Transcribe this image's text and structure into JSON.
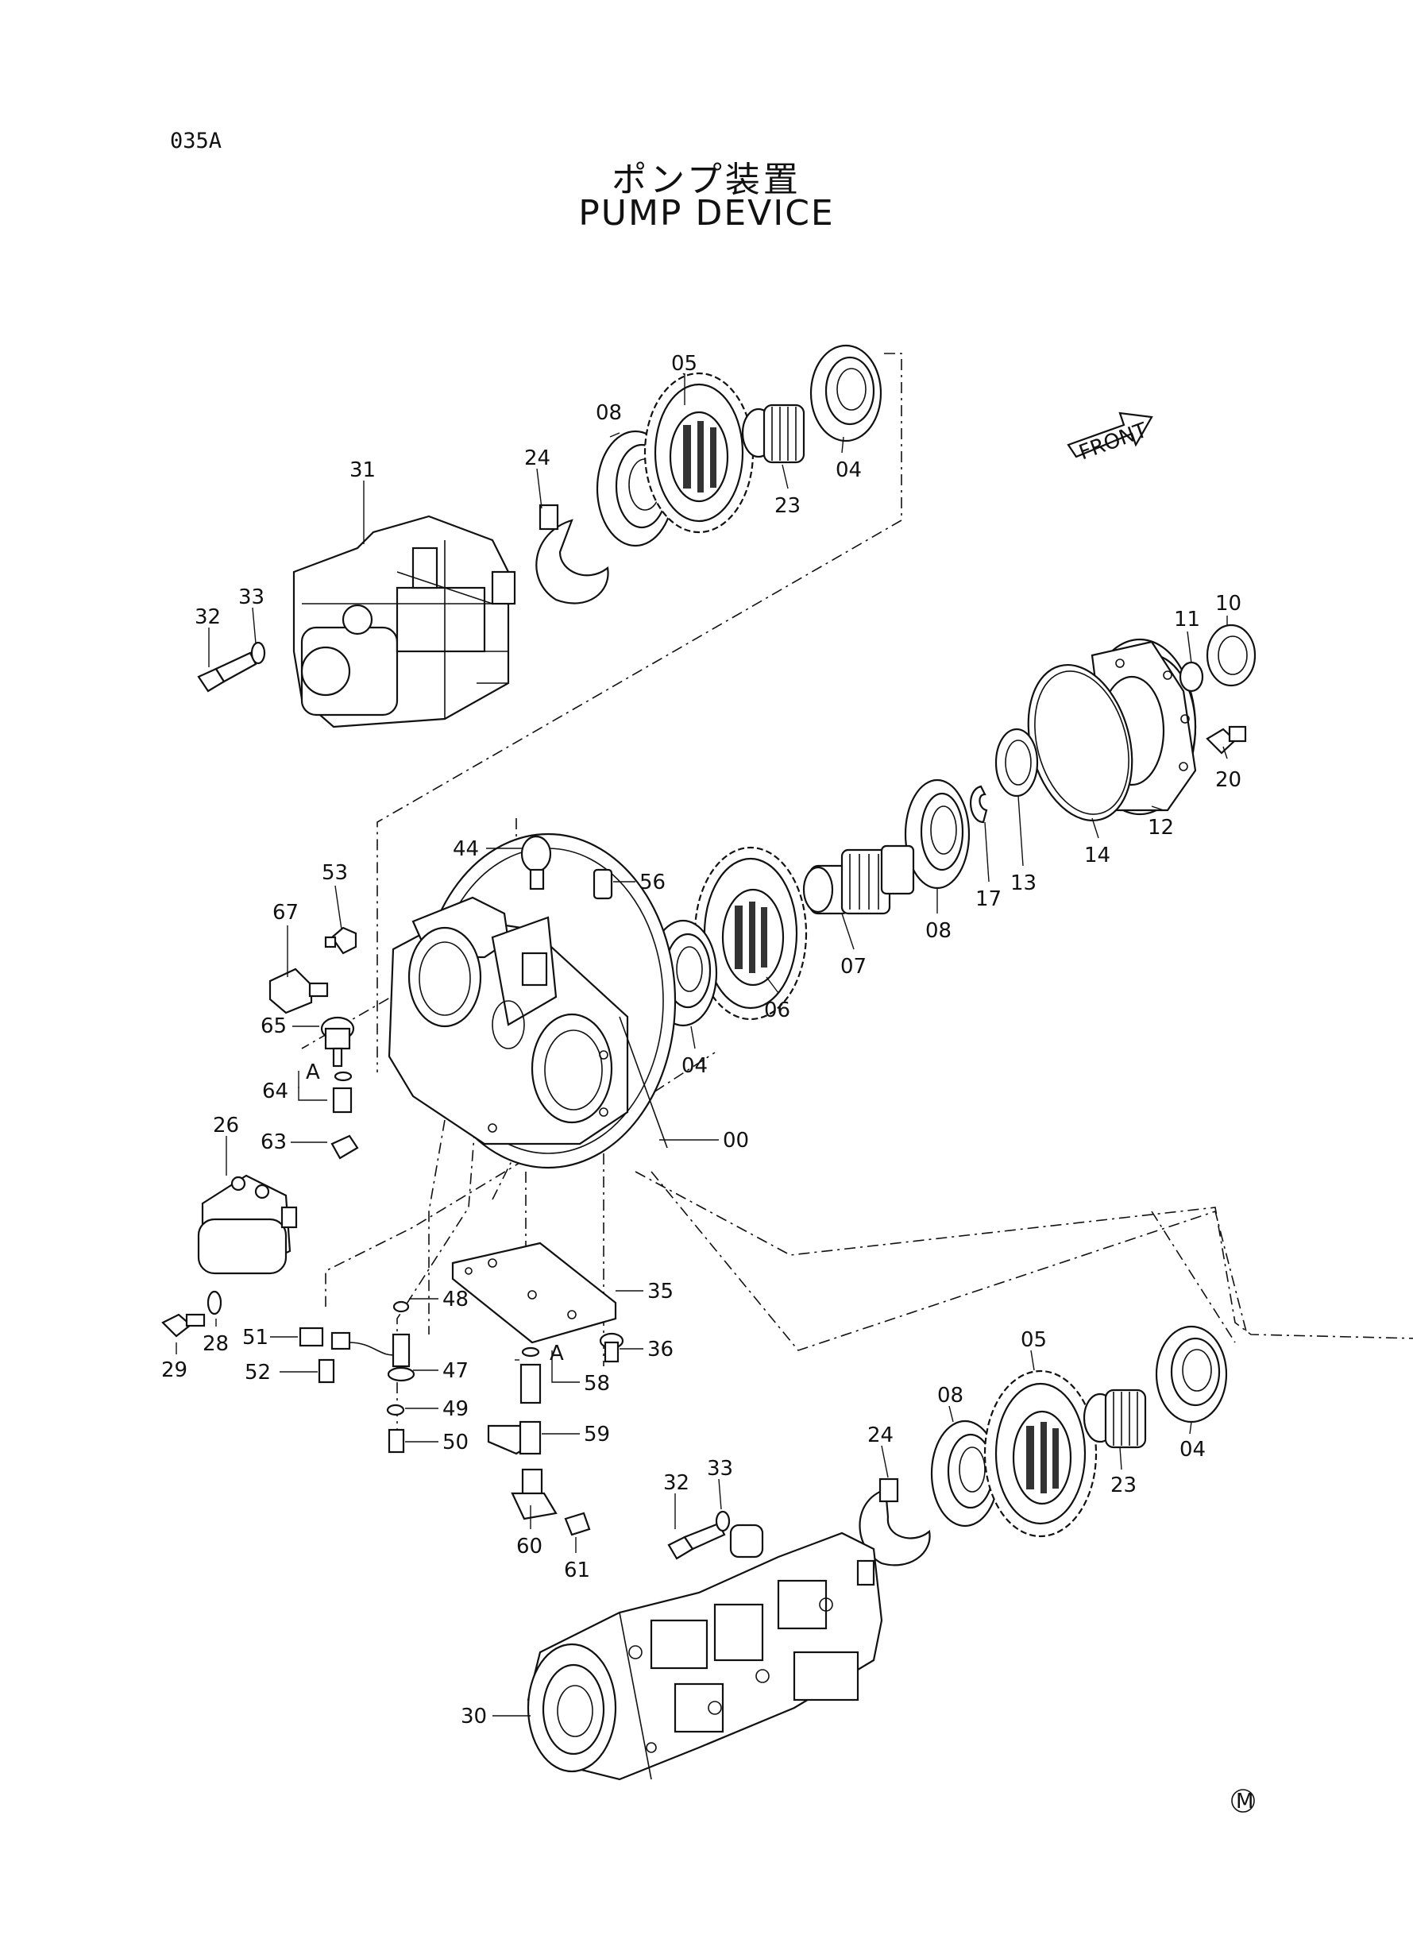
{
  "page_code": "035A",
  "title_jp": "ポンプ装置",
  "title_en": "PUMP DEVICE",
  "front_label": "FRONT",
  "mark": "M",
  "detail_marker": "A",
  "labels": {
    "p00": "00",
    "p04a": "04",
    "p04b": "04",
    "p04c": "04",
    "p05a": "05",
    "p05b": "05",
    "p06": "06",
    "p07": "07",
    "p08a": "08",
    "p08b": "08",
    "p08c": "08",
    "p10": "10",
    "p11": "11",
    "p12": "12",
    "p13": "13",
    "p14": "14",
    "p17": "17",
    "p20": "20",
    "p23a": "23",
    "p23b": "23",
    "p24a": "24",
    "p24b": "24",
    "p26": "26",
    "p28": "28",
    "p29": "29",
    "p30": "30",
    "p31": "31",
    "p32a": "32",
    "p32b": "32",
    "p33a": "33",
    "p33b": "33",
    "p35": "35",
    "p36": "36",
    "p44": "44",
    "p47": "47",
    "p48": "48",
    "p49": "49",
    "p50": "50",
    "p51": "51",
    "p52": "52",
    "p53": "53",
    "p56": "56",
    "p58": "58",
    "p59": "59",
    "p60": "60",
    "p61": "61",
    "p63": "63",
    "p64": "64",
    "p65": "65",
    "p67": "67"
  }
}
